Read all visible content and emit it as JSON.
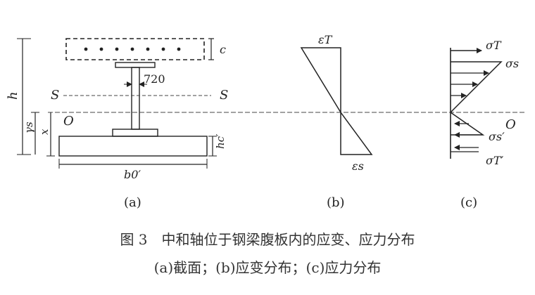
{
  "diagram": {
    "labels": {
      "c": "c",
      "h": "h",
      "S_left": "S",
      "S_right": "S",
      "O_left": "O",
      "O_right": "O",
      "y_s": "γs",
      "x": "x",
      "hc": "hc′",
      "b0": "b0′",
      "web_thickness": "720",
      "eps_T": "εT",
      "eps_s": "εs",
      "sigma_T": "σT",
      "sigma_s": "σs",
      "sigma_s_prime": "σs′",
      "sigma_T_prime": "σT′"
    },
    "panels": {
      "a": "(a)",
      "b": "(b)",
      "c": "(c)"
    }
  },
  "caption": {
    "title": "图 3　中和轴位于钢梁腹板内的应变、应力分布",
    "subtitle": "(a)截面；(b)应变分布；(c)应力分布"
  }
}
